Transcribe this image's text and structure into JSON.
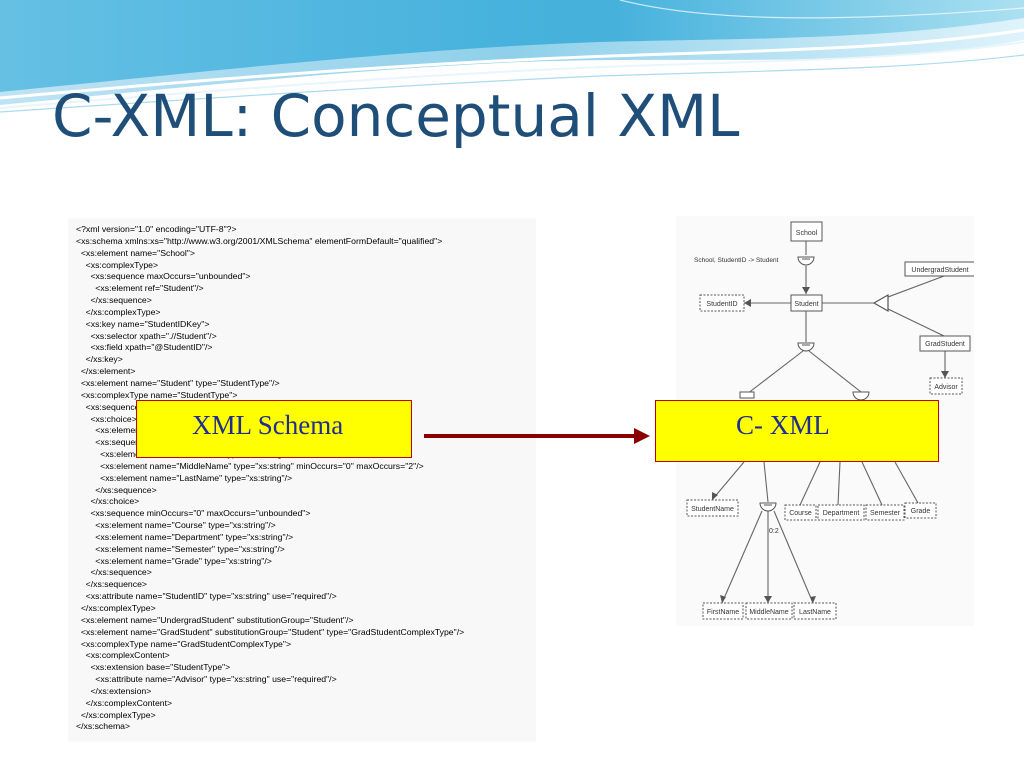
{
  "title": "C-XML: Conceptual XML",
  "code_lines": [
    "<?xml version=\"1.0\" encoding=\"UTF-8\"?>",
    "<xs:schema xmlns:xs=\"http://www.w3.org/2001/XMLSchema\" elementFormDefault=\"qualified\">",
    "  <xs:element name=\"School\">",
    "    <xs:complexType>",
    "      <xs:sequence maxOccurs=\"unbounded\">",
    "        <xs:element ref=\"Student\"/>",
    "      </xs:sequence>",
    "    </xs:complexType>",
    "    <xs:key name=\"StudentIDKey\">",
    "      <xs:selector xpath=\".//Student\"/>",
    "      <xs:field xpath=\"@StudentID\"/>",
    "    </xs:key>",
    "  </xs:element>",
    "  <xs:element name=\"Student\" type=\"StudentType\"/>",
    "  <xs:complexType name=\"StudentType\">",
    "    <xs:sequence>",
    "      <xs:choice>",
    "        <xs:element name=\"StudentName\" type=\"xs:string\"/>",
    "        <xs:sequence>",
    "          <xs:element name=\"FirstName\" type=\"xs:string\"/>",
    "          <xs:element name=\"MiddleName\" type=\"xs:string\" minOccurs=\"0\" maxOccurs=\"2\"/>",
    "          <xs:element name=\"LastName\" type=\"xs:string\"/>",
    "        </xs:sequence>",
    "      </xs:choice>",
    "      <xs:sequence minOccurs=\"0\" maxOccurs=\"unbounded\">",
    "        <xs:element name=\"Course\" type=\"xs:string\"/>",
    "        <xs:element name=\"Department\" type=\"xs:string\"/>",
    "        <xs:element name=\"Semester\" type=\"xs:string\"/>",
    "        <xs:element name=\"Grade\" type=\"xs:string\"/>",
    "      </xs:sequence>",
    "    </xs:sequence>",
    "    <xs:attribute name=\"StudentID\" type=\"xs:string\" use=\"required\"/>",
    "  </xs:complexType>",
    "  <xs:element name=\"UndergradStudent\" substitutionGroup=\"Student\"/>",
    "  <xs:element name=\"GradStudent\" substitutionGroup=\"Student\" type=\"GradStudentComplexType\"/>",
    "  <xs:complexType name=\"GradStudentComplexType\">",
    "    <xs:complexContent>",
    "      <xs:extension base=\"StudentType\">",
    "        <xs:attribute name=\"Advisor\" type=\"xs:string\" use=\"required\"/>",
    "      </xs:extension>",
    "    </xs:complexContent>",
    "  </xs:complexType>",
    "</xs:schema>"
  ],
  "callouts": {
    "schema": "XML Schema",
    "cxml": "C- XML"
  },
  "diagram": {
    "fd_label": "School, StudentID -> Student",
    "nodes": {
      "school": "School",
      "student": "Student",
      "student_id": "StudentID",
      "undergrad": "UndergradStudent",
      "grad": "GradStudent",
      "advisor": "Advisor",
      "student_name": "StudentName",
      "course": "Course",
      "department": "Department",
      "semester": "Semester",
      "grade": "Grade",
      "first_name": "FirstName",
      "middle_name": "MiddleName",
      "last_name": "LastName"
    },
    "cardinality_label": "0:2"
  },
  "colors": {
    "title": "#1f4e79",
    "callout_fill": "#ffff00",
    "callout_border": "#c00000",
    "callout_text": "#1f2d8f",
    "arrow": "#8b0000"
  }
}
